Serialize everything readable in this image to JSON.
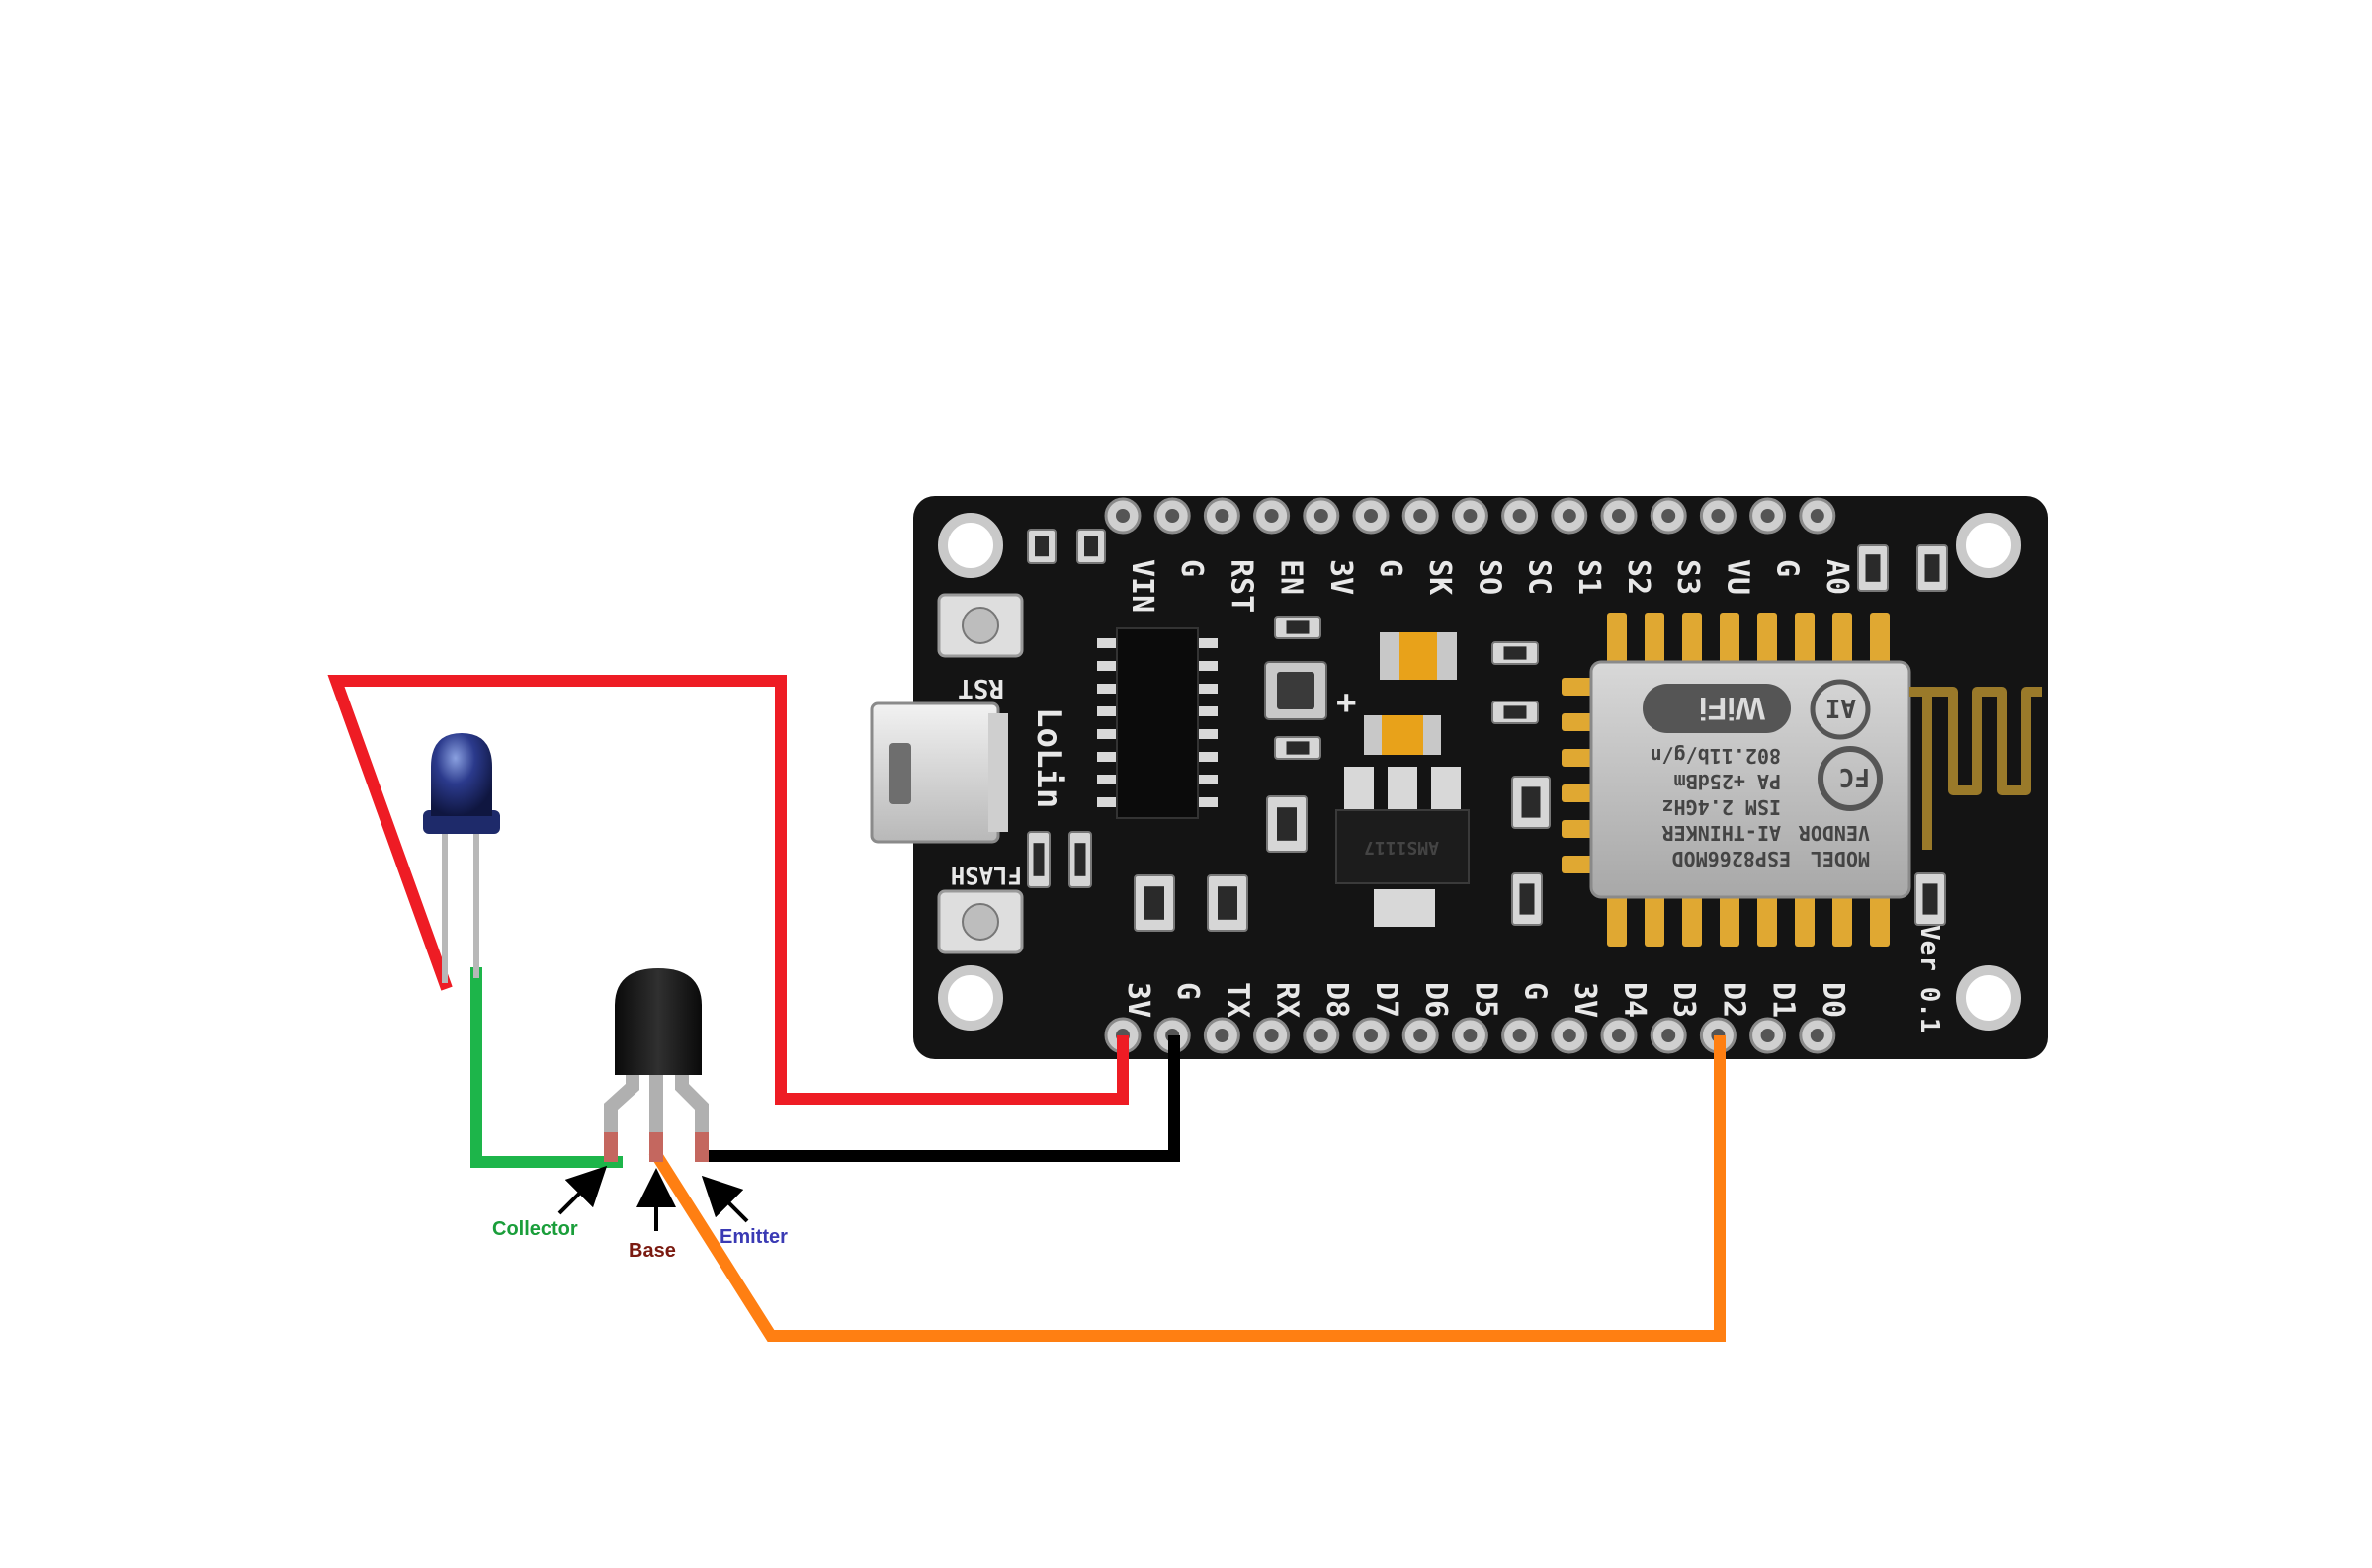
{
  "colors": {
    "board": "#141414",
    "wire_vcc": "#ee1c24",
    "wire_ground": "#000000",
    "wire_data": "#ff7f12",
    "wire_collector": "#1db54a",
    "label_collector": "#1a9e3a",
    "label_base": "#7a1a10",
    "label_emitter": "#3a3ab4"
  },
  "board": {
    "top_pins": [
      "VIN",
      "G",
      "RST",
      "EN",
      "3V",
      "G",
      "SK",
      "SO",
      "SC",
      "S1",
      "S2",
      "S3",
      "VU",
      "G",
      "A0"
    ],
    "bottom_pins": [
      "3V",
      "G",
      "TX",
      "RX",
      "D8",
      "D7",
      "D6",
      "D5",
      "G",
      "3V",
      "D4",
      "D3",
      "D2",
      "D1",
      "D0"
    ],
    "brand": "LoLin",
    "rst_label": "RST",
    "flash_label": "FLASH",
    "version": "Ver 0.1",
    "regulator_label": "AMS1117",
    "module": {
      "model_label": "MODEL",
      "model": "ESP8266MOD",
      "vendor_label": "VENDOR",
      "vendor": "AI-THINKER",
      "band": "ISM 2.4GHz",
      "power": "PA +25dBm",
      "standard": "802.11b/g/n",
      "wifi_logo": "WiFi",
      "ai_logo": "AI",
      "fc_logo": "FC"
    }
  },
  "transistor": {
    "collector": "Collector",
    "base": "Base",
    "emitter": "Emitter"
  }
}
